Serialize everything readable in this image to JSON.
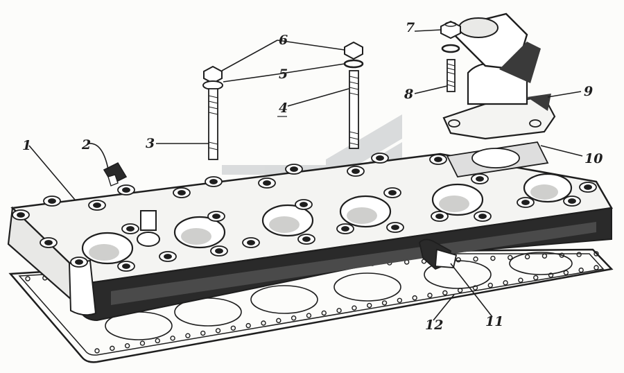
{
  "callouts": [
    {
      "id": "c1",
      "text": "1"
    },
    {
      "id": "c2",
      "text": "2"
    },
    {
      "id": "c3",
      "text": "3"
    },
    {
      "id": "c4",
      "text": "4"
    },
    {
      "id": "c5",
      "text": "5"
    },
    {
      "id": "c6",
      "text": "6"
    },
    {
      "id": "c7",
      "text": "7"
    },
    {
      "id": "c8",
      "text": "8"
    },
    {
      "id": "c9",
      "text": "9"
    },
    {
      "id": "c10",
      "text": "10"
    },
    {
      "id": "c11",
      "text": "11"
    },
    {
      "id": "c12",
      "text": "12"
    }
  ],
  "colors": {
    "ink": "#1e1e1e",
    "watermark": "#9aa0a6",
    "paper": "#fcfcfa"
  }
}
